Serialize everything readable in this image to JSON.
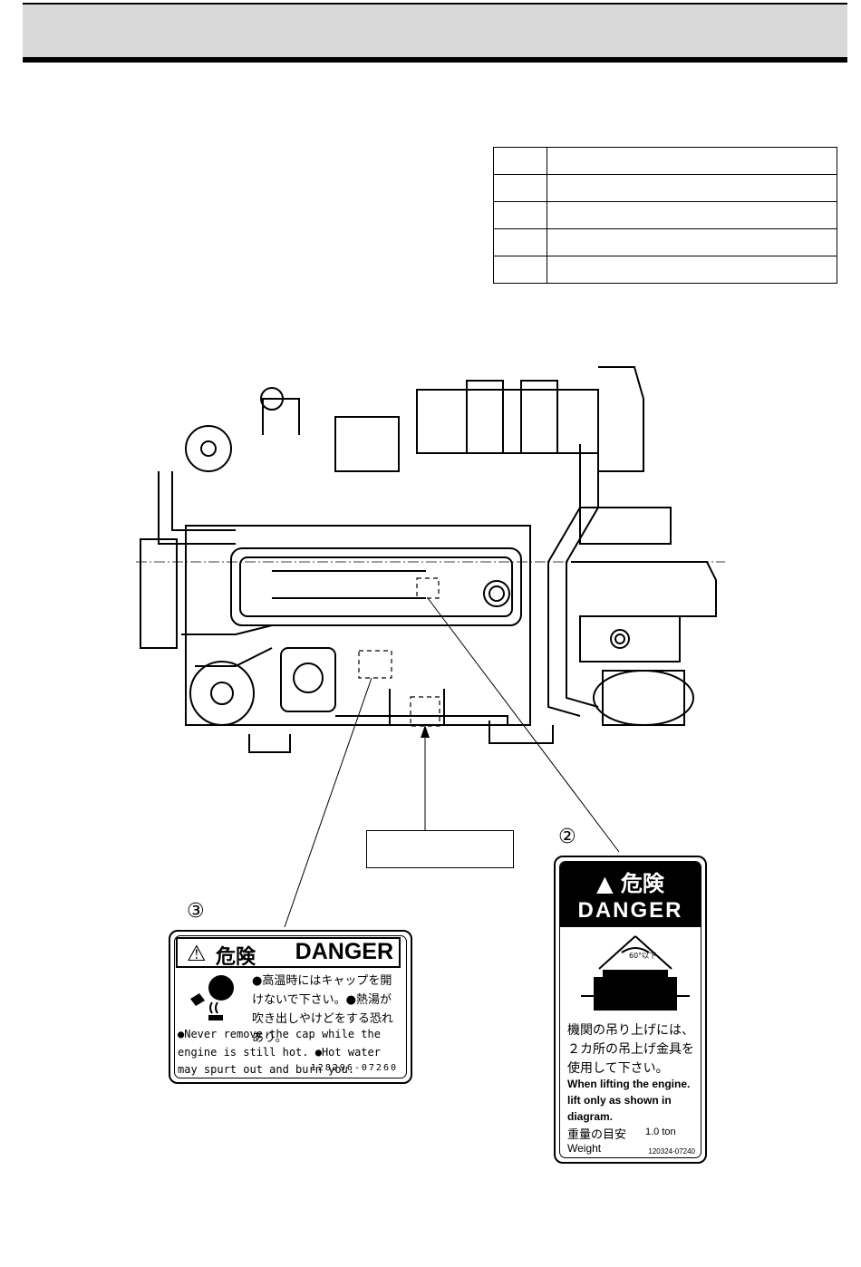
{
  "labels": {
    "label3": {
      "number": "③",
      "title_jp": "危険",
      "title_en": "DANGER",
      "warning_jp": "●高温時にはキャップを開けないで下さい。●熱湯が吹き出しやけどをする恐れあり。",
      "warning_en": "●Never remove the cap while the engine is still hot. ●Hot water may spurt out and burn you.",
      "part_no": "128296-07260"
    },
    "label2": {
      "number": "②",
      "title_jp": "危険",
      "title_en": "DANGER",
      "angle": "60°以下",
      "instruction_jp": "機関の吊り上げには、２カ所の吊上げ金具を使用して下さい。",
      "instruction_en": "When lifting the engine. lift only as shown in diagram.",
      "weight_jp": "重量の目安",
      "weight_value": "1.0 ton",
      "weight_en": "Weight",
      "part_no": "120324-07240"
    }
  }
}
